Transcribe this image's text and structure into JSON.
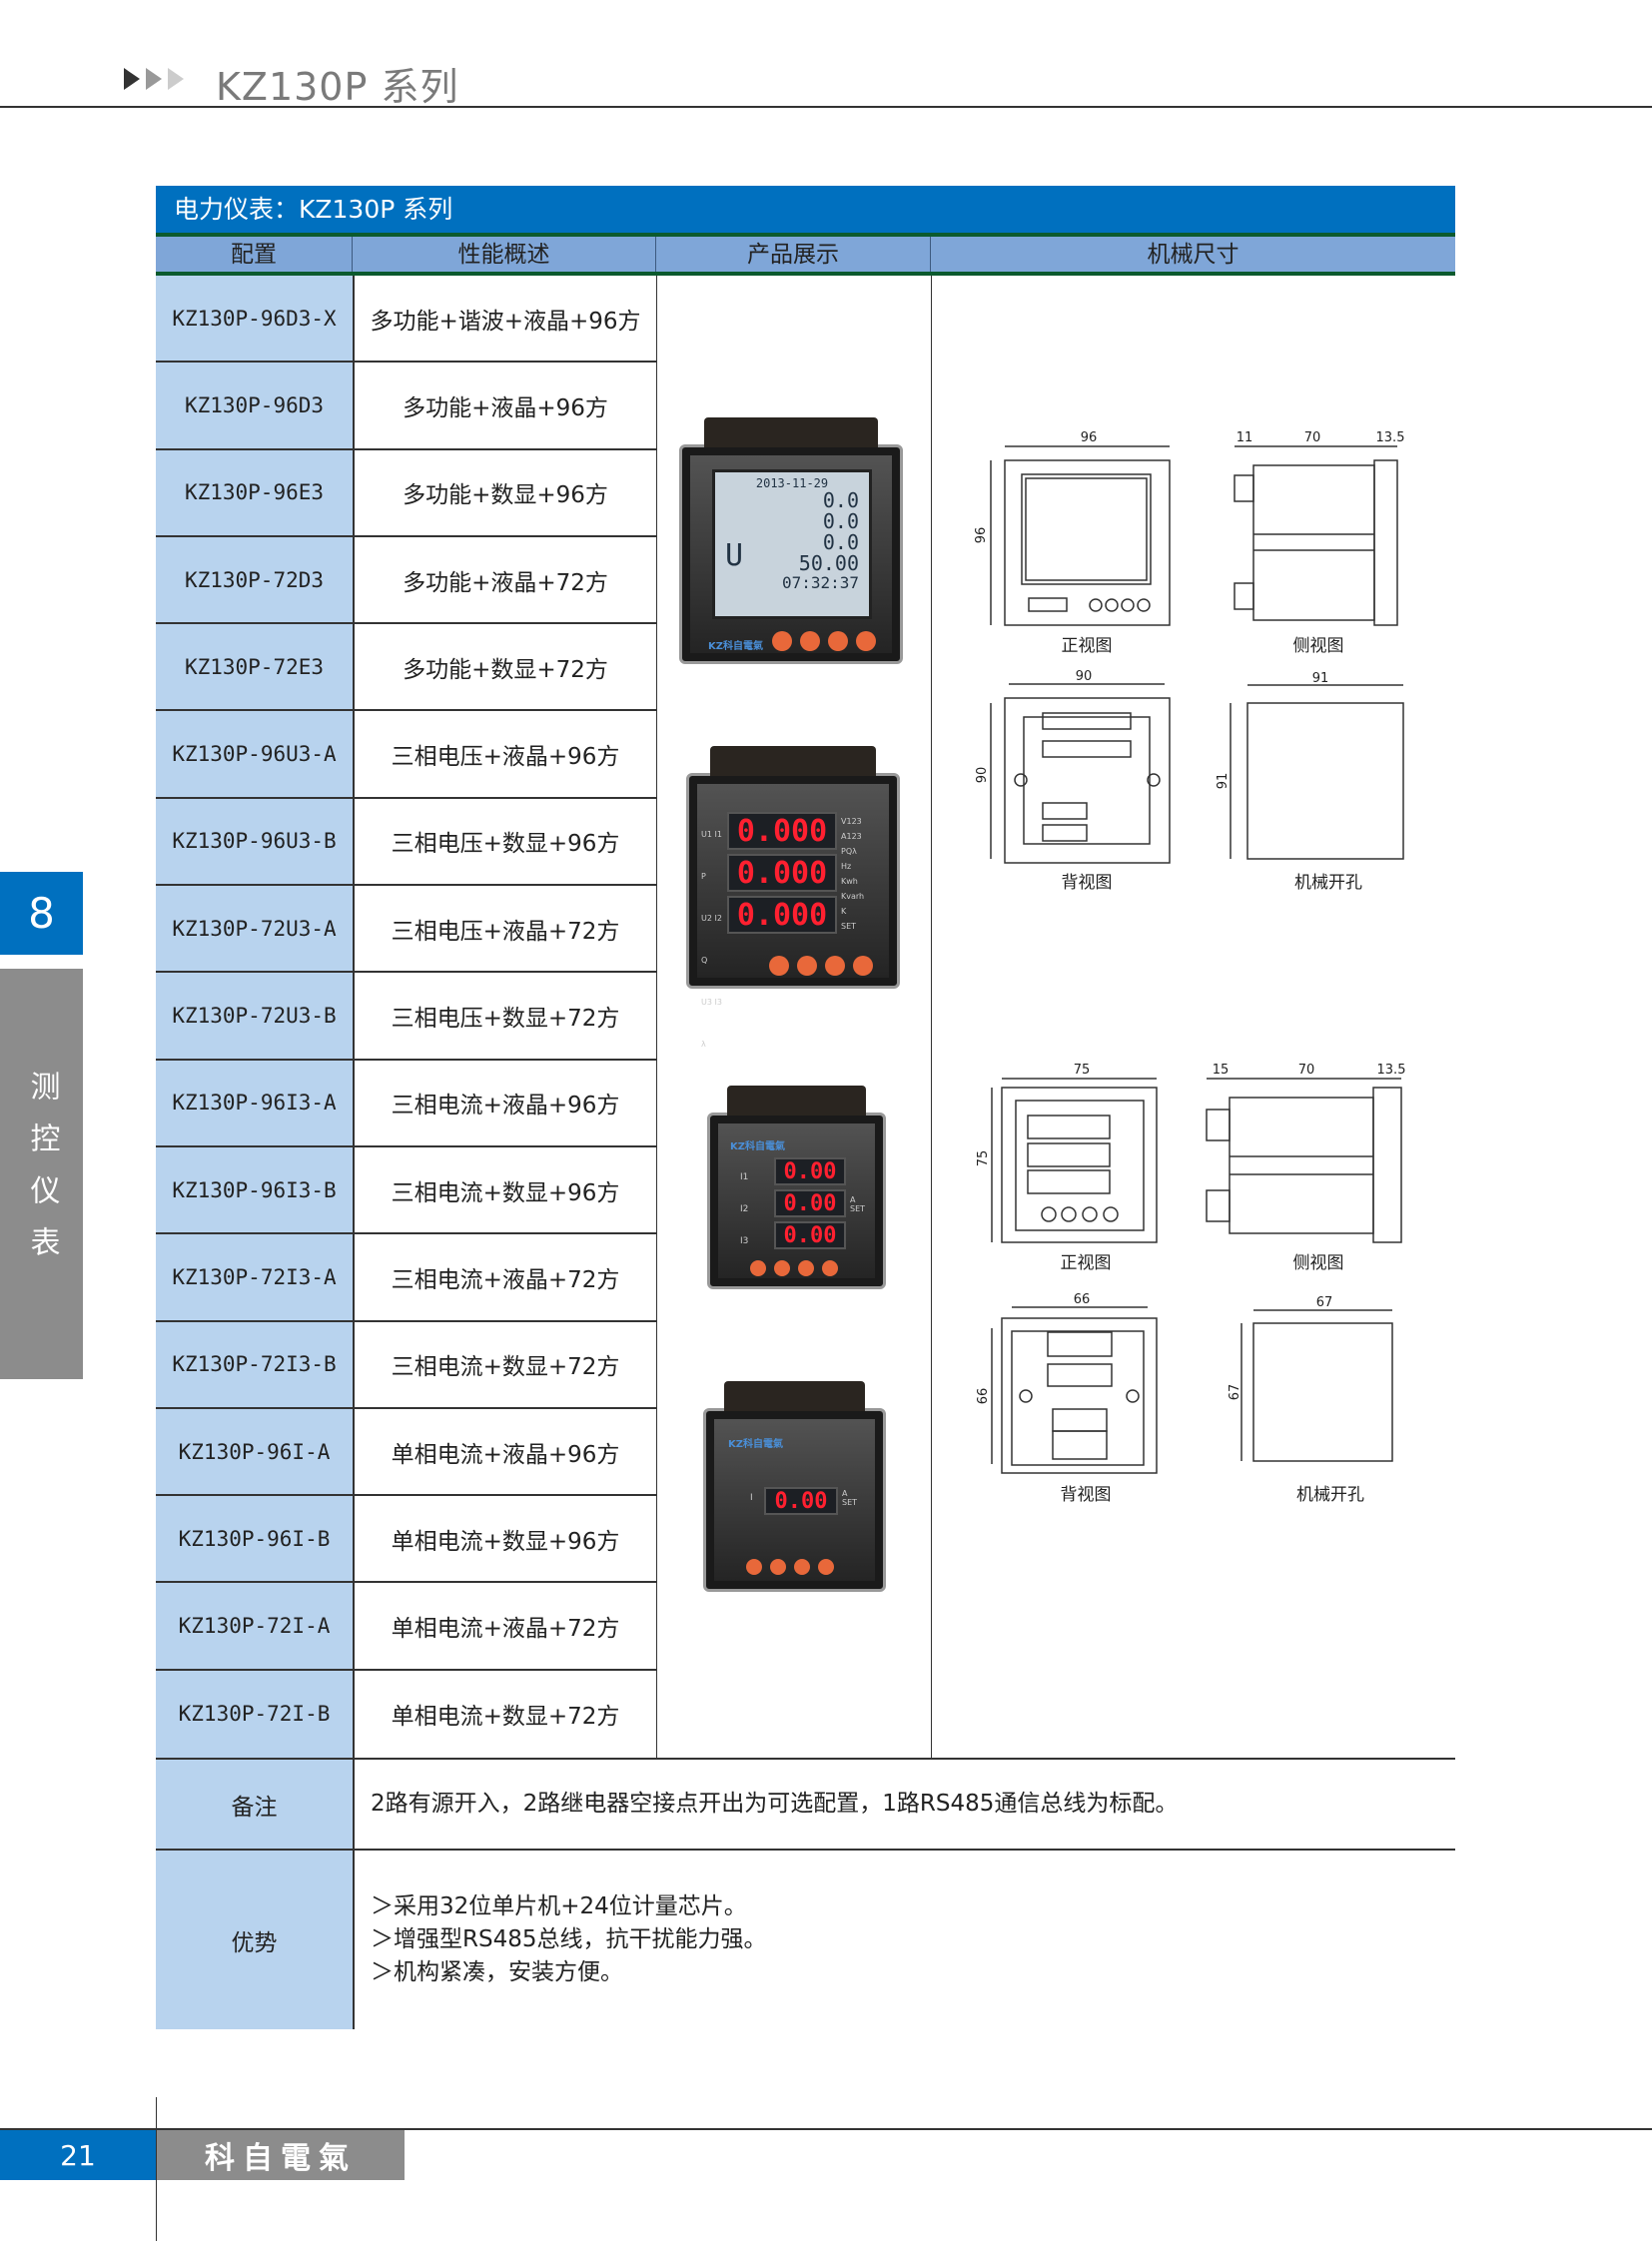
{
  "header": {
    "title": "KZ130P  系列"
  },
  "table": {
    "title": "电力仪表：KZ130P  系列",
    "columns": [
      "配置",
      "性能概述",
      "产品展示",
      "机械尺寸"
    ],
    "rows": [
      {
        "config": "KZ130P-96D3-X",
        "desc": "多功能+谐波+液晶+96方"
      },
      {
        "config": "KZ130P-96D3",
        "desc": "多功能+液晶+96方"
      },
      {
        "config": "KZ130P-96E3",
        "desc": "多功能+数显+96方"
      },
      {
        "config": "KZ130P-72D3",
        "desc": "多功能+液晶+72方"
      },
      {
        "config": "KZ130P-72E3",
        "desc": "多功能+数显+72方"
      },
      {
        "config": "KZ130P-96U3-A",
        "desc": "三相电压+液晶+96方"
      },
      {
        "config": "KZ130P-96U3-B",
        "desc": "三相电压+数显+96方"
      },
      {
        "config": "KZ130P-72U3-A",
        "desc": "三相电压+液晶+72方"
      },
      {
        "config": "KZ130P-72U3-B",
        "desc": "三相电压+数显+72方"
      },
      {
        "config": "KZ130P-96I3-A",
        "desc": "三相电流+液晶+96方"
      },
      {
        "config": "KZ130P-96I3-B",
        "desc": "三相电流+数显+96方"
      },
      {
        "config": "KZ130P-72I3-A",
        "desc": "三相电流+液晶+72方"
      },
      {
        "config": "KZ130P-72I3-B",
        "desc": "三相电流+数显+72方"
      },
      {
        "config": "KZ130P-96I-A",
        "desc": "单相电流+液晶+96方"
      },
      {
        "config": "KZ130P-96I-B",
        "desc": "单相电流+数显+96方"
      },
      {
        "config": "KZ130P-72I-A",
        "desc": "单相电流+液晶+72方"
      },
      {
        "config": "KZ130P-72I-B",
        "desc": "单相电流+数显+72方"
      }
    ],
    "note": {
      "label": "备注",
      "text": "2路有源开入，2路继电器空接点开出为可选配置，1路RS485通信总线为标配。"
    },
    "advantages": {
      "label": "优势",
      "items": [
        "＞采用32位单片机+24位计量芯片。",
        "＞增强型RS485总线，抗干扰能力强。",
        "＞机构紧凑，安装方便。"
      ]
    }
  },
  "products": {
    "lcd": {
      "date": "2013-11-29",
      "lines": [
        "0.0",
        "0.0",
        "0.0",
        "50.00",
        "07:32:37"
      ],
      "symbol": "U"
    },
    "led3": {
      "value": "0.000",
      "labels": [
        "U1 I1 P",
        "U2 I2 Q",
        "U3 I3 λ"
      ],
      "indicators": [
        "V123",
        "A123",
        "PQλ",
        "Hz",
        "Kwh",
        "Kvarh",
        "K",
        "SET"
      ]
    },
    "led3i": {
      "value": "0.00",
      "labels": [
        "I1",
        "I2",
        "I3"
      ],
      "indicators": [
        "A",
        "SET"
      ]
    },
    "led1": {
      "value": "0.00",
      "label": "I",
      "indicators": [
        "A",
        "SET"
      ]
    },
    "brand_logo": "KZ科自電氣"
  },
  "dimensions": {
    "set96": {
      "front_w": "96",
      "front_h": "96",
      "side_a": "11",
      "side_b": "70",
      "side_c": "13.5",
      "back_w": "90",
      "back_h": "90",
      "cut_w": "91",
      "cut_h": "91"
    },
    "set72": {
      "front_w": "75",
      "front_h": "75",
      "side_a": "15",
      "side_b": "70",
      "side_c": "13.5",
      "back_w": "66",
      "back_h": "66",
      "cut_w": "67",
      "cut_h": "67"
    },
    "labels": {
      "front": "正视图",
      "side": "侧视图",
      "back": "背视图",
      "cutout": "机械开孔"
    }
  },
  "side_tab": {
    "number": "8",
    "text": "测控仪表"
  },
  "footer": {
    "page": "21",
    "brand": "科自電氣"
  }
}
